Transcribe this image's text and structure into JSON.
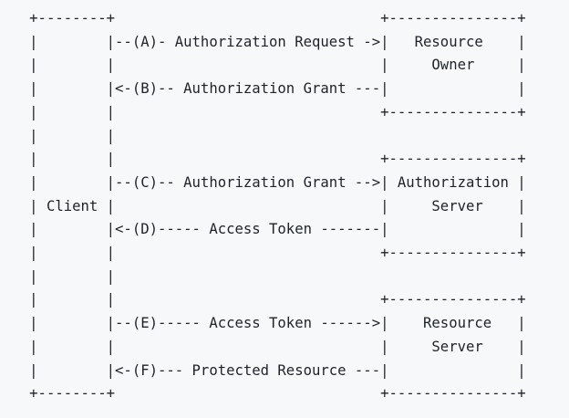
{
  "colors": {
    "background": "#f6f8fa",
    "text": "#1f2328"
  },
  "diagram": {
    "type": "ascii-flow-diagram",
    "lines": [
      "   +--------+                               +---------------+",
      "   |        |--(A)- Authorization Request ->|   Resource    |",
      "   |        |                               |     Owner     |",
      "   |        |<-(B)-- Authorization Grant ---|               |",
      "   |        |                               +---------------+",
      "   |        |",
      "   |        |                               +---------------+",
      "   |        |--(C)-- Authorization Grant -->| Authorization |",
      "   | Client |                               |     Server    |",
      "   |        |<-(D)----- Access Token -------|               |",
      "   |        |                               +---------------+",
      "   |        |",
      "   |        |                               +---------------+",
      "   |        |--(E)----- Access Token ------>|    Resource   |",
      "   |        |                               |     Server    |",
      "   |        |<-(F)--- Protected Resource ---|               |",
      "   +--------+                               +---------------+"
    ],
    "entities": [
      {
        "name": "Client"
      },
      {
        "name": "Resource Owner"
      },
      {
        "name": "Authorization Server"
      },
      {
        "name": "Resource Server"
      }
    ],
    "flows": [
      {
        "step": "A",
        "label": "Authorization Request",
        "from": "Client",
        "to": "Resource Owner"
      },
      {
        "step": "B",
        "label": "Authorization Grant",
        "from": "Resource Owner",
        "to": "Client"
      },
      {
        "step": "C",
        "label": "Authorization Grant",
        "from": "Client",
        "to": "Authorization Server"
      },
      {
        "step": "D",
        "label": "Access Token",
        "from": "Authorization Server",
        "to": "Client"
      },
      {
        "step": "E",
        "label": "Access Token",
        "from": "Client",
        "to": "Resource Server"
      },
      {
        "step": "F",
        "label": "Protected Resource",
        "from": "Resource Server",
        "to": "Client"
      }
    ]
  }
}
